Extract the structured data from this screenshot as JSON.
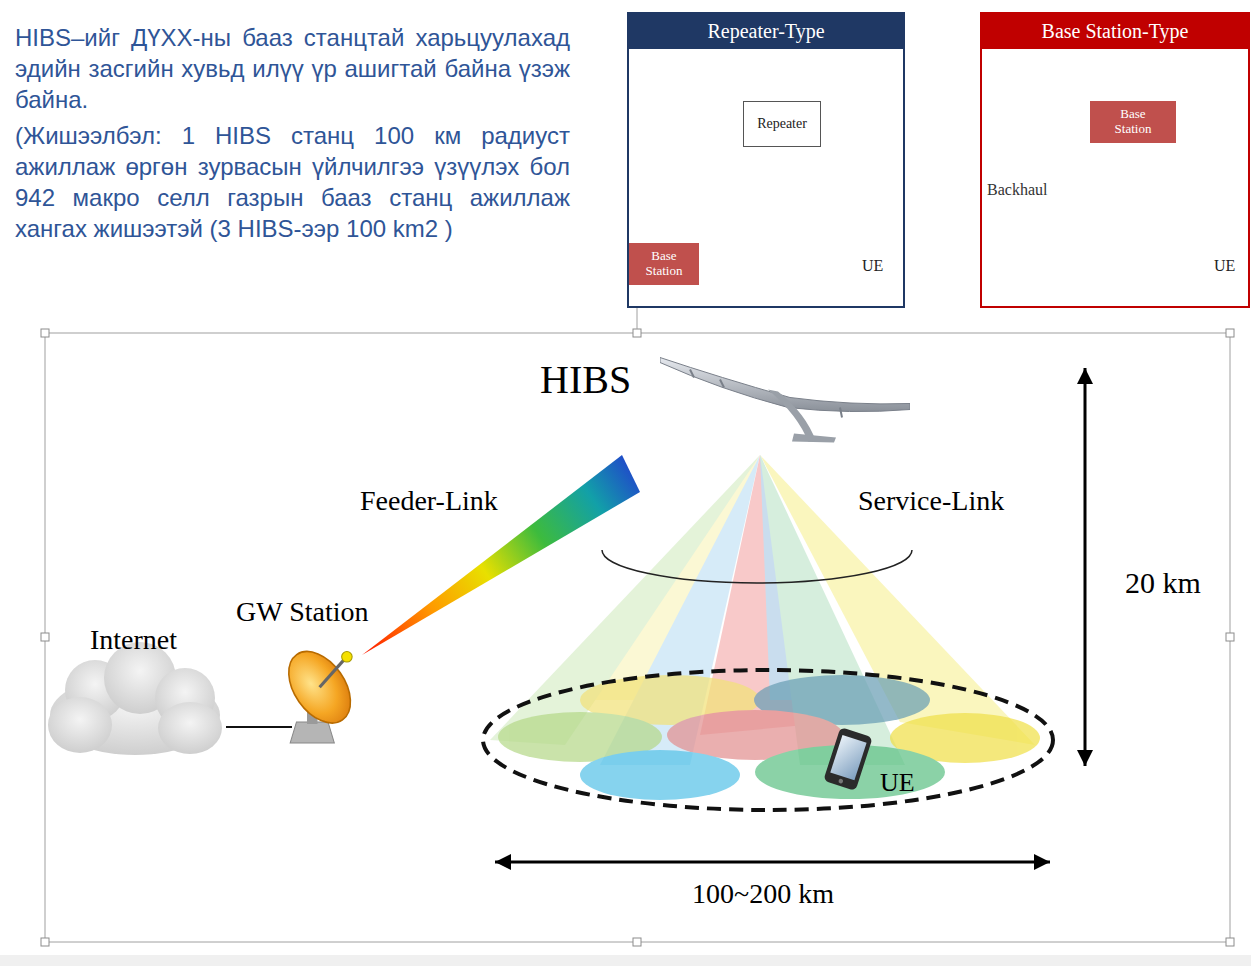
{
  "diagram": {
    "nodes": [
      {
        "text": [
          "Repeater-Type"
        ]
      },
      {
        "text": [
          "Repeater"
        ],
        "in": 0
      },
      {
        "text": [
          "Base Station"
        ],
        "in": 0
      },
      {
        "text": [
          "UE"
        ],
        "in": 0
      },
      {
        "text": [
          "Base Station-Type"
        ]
      },
      {
        "text": [
          "Base Station"
        ],
        "in": 4
      },
      {
        "text": [
          "UE"
        ],
        "in": 4
      }
    ],
    "edges": [
      {
        "from": 1,
        "to": 2,
        "arrow": "to"
      },
      {
        "from": 1,
        "to": 3,
        "arrow": "to"
      },
      {
        "from": 5,
        "to": 6,
        "arrow": "both"
      }
    ],
    "labels": [
      "HIBS–ийг ДҮХХ-ны бааз станцтай харьцуулахад эдийн засгийн хувьд илүү үр ашигтай байна үзэж байна.",
      "(Жишээлбэл: 1 HIBS станц 100 км радиуст ажиллаж өргөн зурвасын үйлчилгээ үзүүлэх бол 942 макро селл газрын бааз станц ажиллаж хангах жишээтэй (3 HIBS-ээр 100 km2 )",
      "Backhaul",
      "HIBS",
      "Feeder-Link",
      "Service-Link",
      "GW Station",
      "Internet",
      "20 km",
      "UE",
      "100~200 km"
    ]
  }
}
